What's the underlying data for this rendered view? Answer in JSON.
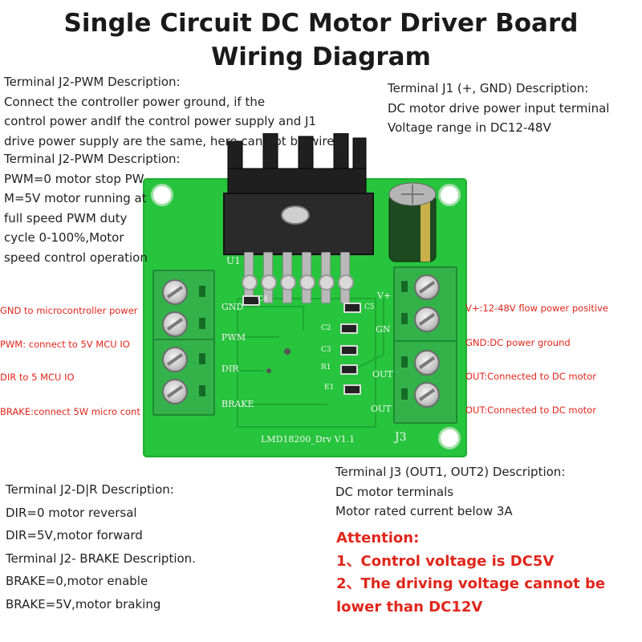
{
  "title": {
    "line1": "Single Circuit DC Motor Driver Board",
    "line2": "Wiring Diagram"
  },
  "j2_power_desc": {
    "heading": "Terminal J2-PWM Description:",
    "lines": [
      "Connect the controller power ground, if the",
      "control power andIf the control power supply and J1",
      "drive power supply are the same, here can not be wired."
    ]
  },
  "j2_pwm_desc": {
    "heading": "Terminal J2-PWM Description:",
    "lines": [
      "PWM=0 motor stop PW",
      "M=5V motor running at",
      "full speed PWM duty",
      "cycle 0-100%,Motor",
      "speed control operation"
    ]
  },
  "j1_desc": {
    "heading": "Terminal J1 (+, GND) Description:",
    "lines": [
      "DC motor drive power input terminal",
      "Voltage range in DC12-48V"
    ]
  },
  "left_pin_labels": [
    "GND to microcontroller power",
    "PWM: connect to 5V MCU IO",
    "DIR to 5 MCU IO",
    "BRAKE:connect 5W micro cont"
  ],
  "right_pin_labels": [
    "V+:12-48V flow power positive",
    "GND:DC power ground",
    "OUT:Connected to DC motor",
    "OUT:Connected to DC motor"
  ],
  "board": {
    "name": "LMD18200_Drv V1.1",
    "connector_label": "J3",
    "chip_label": "U1",
    "silk_left": [
      "GND",
      "PWM",
      "DIR",
      "BRAKE"
    ],
    "silk_right": [
      "V+",
      "GN",
      "OUT",
      "OUT"
    ],
    "components": [
      "C4",
      "C5",
      "C2",
      "C3",
      "R1",
      "E1"
    ]
  },
  "dir_brake_desc": {
    "heading": "Terminal J2-D|R Description:",
    "lines": [
      "DIR=0 motor reversal",
      "DIR=5V,motor forward"
    ],
    "heading2": "Terminal J2- BRAKE Description.",
    "lines2": [
      "BRAKE=0,motor enable",
      "BRAKE=5V,motor braking"
    ]
  },
  "j3_desc": {
    "heading": "Terminal J3 (OUT1, OUT2) Description:",
    "lines": [
      "DC motor terminals",
      "Motor rated current below 3A"
    ]
  },
  "attention": {
    "heading": "Attention:",
    "items": [
      "1、Control voltage is DC5V",
      "2、The driving voltage cannot be",
      "lower than DC12V"
    ]
  },
  "colors": {
    "pcb": "#27c43d",
    "annotation_red": "#e0261b",
    "text": "#222222"
  }
}
